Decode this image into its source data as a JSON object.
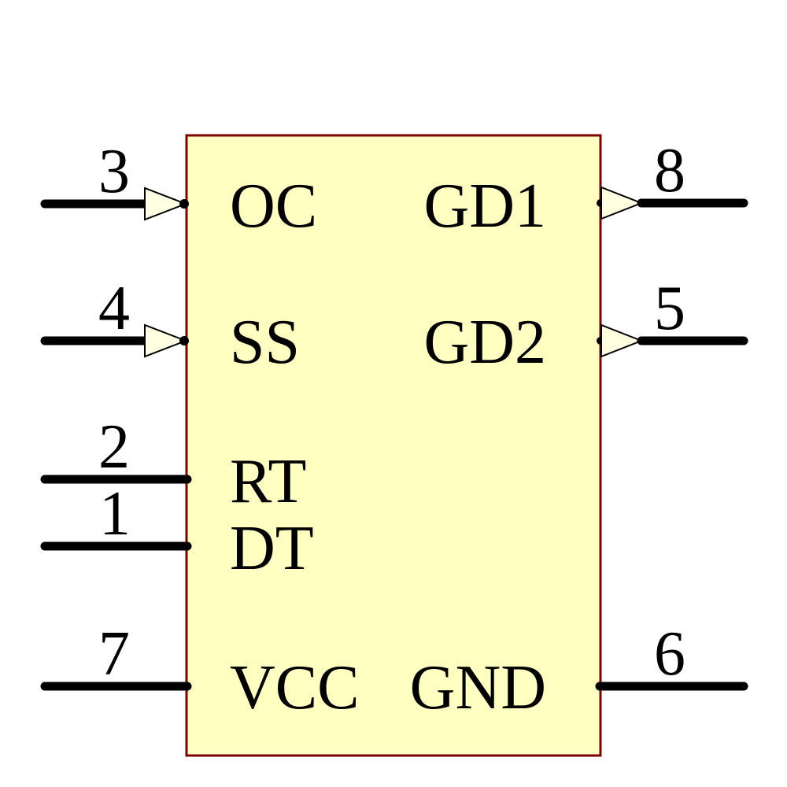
{
  "component": {
    "pins": {
      "left": [
        {
          "number": "3",
          "label": "OC",
          "direction": "input"
        },
        {
          "number": "4",
          "label": "SS",
          "direction": "input"
        },
        {
          "number": "2",
          "label": "RT",
          "direction": "passive"
        },
        {
          "number": "1",
          "label": "DT",
          "direction": "passive"
        },
        {
          "number": "7",
          "label": "VCC",
          "direction": "passive"
        }
      ],
      "right": [
        {
          "number": "8",
          "label": "GD1",
          "direction": "output"
        },
        {
          "number": "5",
          "label": "GD2",
          "direction": "output"
        },
        {
          "number": "6",
          "label": "GND",
          "direction": "passive"
        }
      ]
    }
  },
  "colors": {
    "body_fill": "#ffffc2",
    "body_border": "#7f0000",
    "arrow_fill": "#ffffe2",
    "wire": "#000000",
    "text": "#000000",
    "background": "#ffffff"
  }
}
